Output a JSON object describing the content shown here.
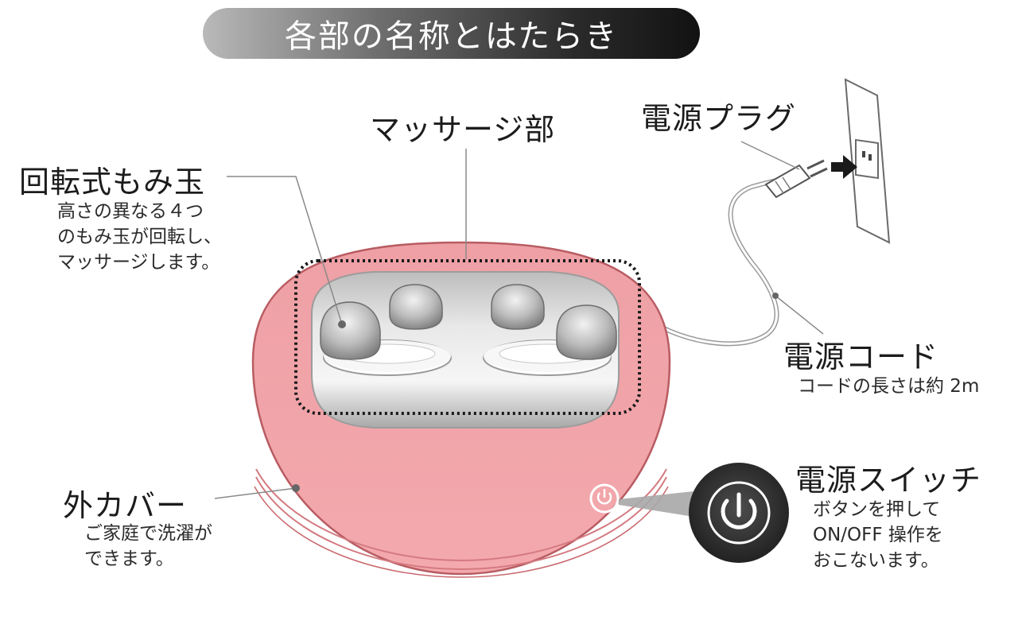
{
  "title": "各部の名称とはたらき",
  "parts": {
    "massage": {
      "label": "マッサージ部"
    },
    "plug": {
      "label": "電源プラグ"
    },
    "rollers": {
      "label": "回転式もみ玉",
      "desc": [
        "高さの異なる４つ",
        "のもみ玉が回転し、",
        "マッサージします。"
      ]
    },
    "cord": {
      "label": "電源コード",
      "desc": "コードの長さは約 2m"
    },
    "cover": {
      "label": "外カバー",
      "desc": [
        "ご家庭で洗濯が",
        "できます。"
      ]
    },
    "switch": {
      "label": "電源スイッチ",
      "desc": [
        "ボタンを押して",
        "ON/OFF 操作を",
        "おこないます。"
      ]
    }
  },
  "icons": [
    "power-icon",
    "power-button-zoom-icon",
    "plug-icon",
    "outlet-icon",
    "arrow-right-icon"
  ],
  "colors": {
    "body": "#f2a3a7",
    "body_edge": "#c9686e",
    "metal_light": "#f2f2f2",
    "metal_dark": "#8d8d8d",
    "title_dark": "#121212",
    "switch_zoom": "#333333"
  }
}
